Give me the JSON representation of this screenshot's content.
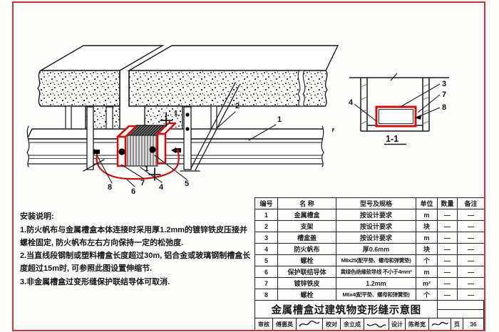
{
  "page": {
    "border_color": "#c23b3b",
    "accent_red": "#cc1111"
  },
  "drawing": {
    "callouts": {
      "support": "2",
      "tray": "1",
      "bolt_small_left": "8",
      "conductor": "6",
      "sheet": "7",
      "cloth": "4",
      "bolt_big": "5",
      "section_top": "1",
      "section_bottom": "1"
    },
    "section_view": {
      "title": "1-1",
      "cover": "3",
      "sheet": "7",
      "bolt": "8",
      "cloth": "4"
    }
  },
  "notes": {
    "title": "安装说明:",
    "items": [
      "1.防火帆布与金属槽盒本体连接时采用厚1.2mm的镀锌铁皮压接并螺栓固定, 防火帆布左右方向保持一定的松弛度.",
      "2.当直线段钢制或塑料槽盒长度超过30m, 铝合金或玻璃钢制槽盒长度超过15m时, 可参照此图设置伸缩节.",
      "3.非金属槽盒过变形缝保护联结导体可取消."
    ]
  },
  "table": {
    "headers": [
      "编号",
      "名  称",
      "型号及规格",
      "单位",
      "数量",
      "备注"
    ],
    "rows": [
      {
        "no": "1",
        "name": "金属槽盒",
        "spec": "按设计要求",
        "unit": "m",
        "qty": "—",
        "note": "—"
      },
      {
        "no": "2",
        "name": "支架",
        "spec": "按设计要求",
        "unit": "块",
        "qty": "—",
        "note": "—"
      },
      {
        "no": "3",
        "name": "槽盒盖",
        "spec": "按设计要求",
        "unit": "m",
        "qty": "—",
        "note": "—"
      },
      {
        "no": "4",
        "name": "防火帆布",
        "spec": "厚0.6mm",
        "unit": "块",
        "qty": "—",
        "note": "—"
      },
      {
        "no": "5",
        "name": "螺栓",
        "spec": "M8x25(配平垫、螺母和弹簧垫)",
        "unit": "个",
        "qty": "—",
        "note": "—"
      },
      {
        "no": "6",
        "name": "保护联结导体",
        "spec": "黄绿色绝缘软导线 不小于4mm²",
        "unit": "m",
        "qty": "—",
        "note": "—"
      },
      {
        "no": "7",
        "name": "镀锌铁皮",
        "spec": "1.2mm",
        "unit": "m²",
        "qty": "—",
        "note": "—"
      },
      {
        "no": "8",
        "name": "螺栓",
        "spec": "M6x4(配平垫、螺母和弹簧垫)",
        "unit": "个",
        "qty": "—",
        "note": "—"
      }
    ]
  },
  "title_block": {
    "title": "金属槽盒过建筑物变形缝示意图"
  },
  "sign_row": {
    "check_label": "审核",
    "check_name": "傅惠英",
    "proof_label": "校对",
    "proof_name": "余立成",
    "design_label": "设计",
    "design_name": "陈希宽",
    "page_label": "页",
    "page_value": "36"
  }
}
